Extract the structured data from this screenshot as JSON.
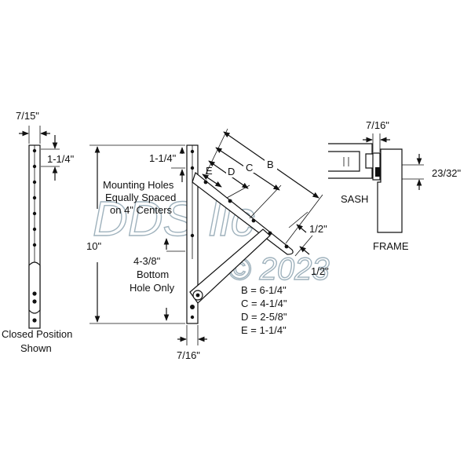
{
  "diagram": {
    "left_view": {
      "width_label": "7/15\"",
      "top_hole_label": "1-1/4\"",
      "caption_line1": "Closed Position",
      "caption_line2": "Shown"
    },
    "center_view": {
      "top_offset_label": "1-1/4\"",
      "mounting_line1": "Mounting Holes",
      "mounting_line2": "Equally Spaced",
      "mounting_line3": "on 4\" Centers",
      "length_label": "10\"",
      "bottom_line1": "4-3/8\"",
      "bottom_line2": "Bottom",
      "bottom_line3": "Hole Only",
      "width_label": "7/16\"",
      "letter_b": "B",
      "letter_c": "C",
      "letter_d": "D",
      "letter_e": "E",
      "half_label_1": "1/2\"",
      "half_label_2": "1/2\"",
      "legend": [
        "B = 6-1/4\"",
        "C = 4-1/4\"",
        "D = 2-5/8\"",
        "E = 1-1/4\""
      ]
    },
    "right_view": {
      "gap_label": "7/16\"",
      "height_label": "23/32\"",
      "sash_label": "SASH",
      "frame_label": "FRAME"
    },
    "watermark": {
      "line1": "DDS llc",
      "line2": "© 2023"
    }
  }
}
